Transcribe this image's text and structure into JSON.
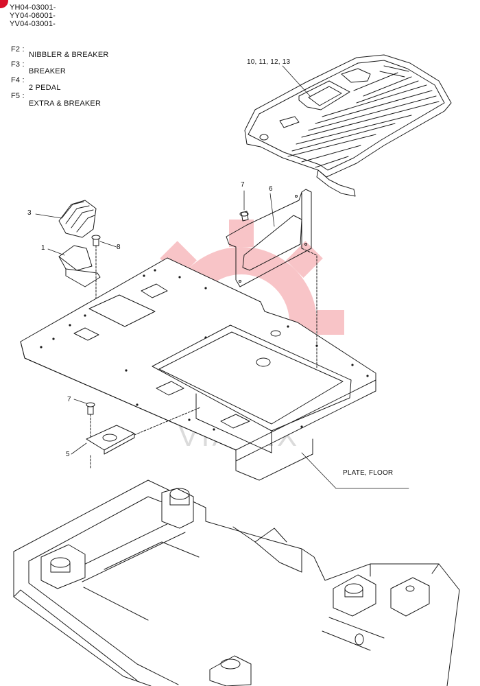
{
  "serials": [
    "YH04-03001-",
    "YY04-06001-",
    "YV04-03001-"
  ],
  "function_notes": [
    {
      "code": "F2 :",
      "text": "NIBBLER & BREAKER"
    },
    {
      "code": "F3 :",
      "text": "BREAKER"
    },
    {
      "code": "F4 :",
      "text": "2 PEDAL"
    },
    {
      "code": "F5 :",
      "text": "EXTRA & BREAKER"
    }
  ],
  "callouts": {
    "mat": "10, 11, 12, 13",
    "bracket": "6",
    "bolt_upper": "7",
    "pedal_cover": "3",
    "pedal": "1",
    "bolt_pedal": "8",
    "bolt_lower": "7",
    "plate_small": "5",
    "plate_floor": "PLATE, FLOOR"
  },
  "watermark_text": "VIATEX",
  "colors": {
    "line": "#1a1a1a",
    "watermark": "#e8303a",
    "corner": "#d8102a"
  }
}
